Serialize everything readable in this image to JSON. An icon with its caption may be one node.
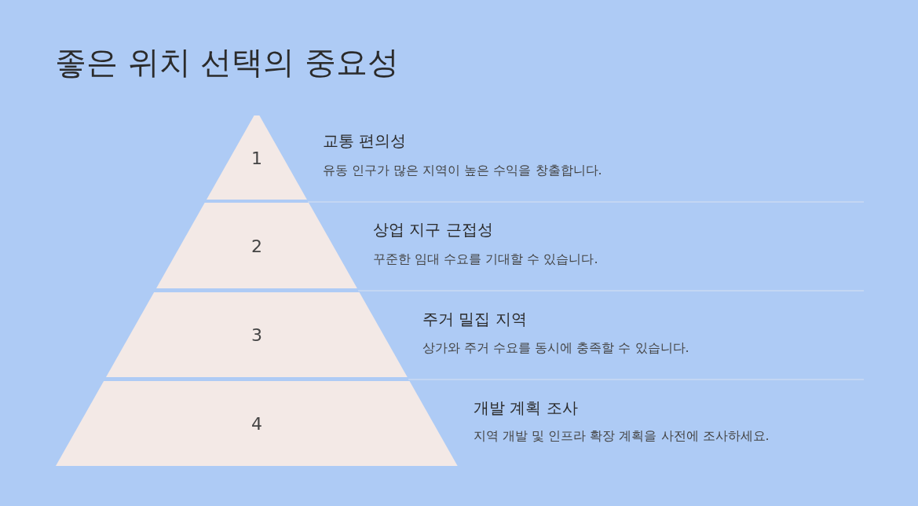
{
  "diagram": {
    "title": "좋은 위치 선택의 중요성",
    "nodes": [
      {
        "text": [
          "1"
        ],
        "beside": [
          "교통 편의성",
          "유동 인구가 많은 지역이 높은 수익을 창출합니다."
        ]
      },
      {
        "text": [
          "2"
        ],
        "beside": [
          "상업 지구 근접성",
          "꾸준한 임대 수요를 기대할 수 있습니다."
        ]
      },
      {
        "text": [
          "3"
        ],
        "beside": [
          "주거 밀집 지역",
          "상가와 주거 수요를 동시에 충족할 수 있습니다."
        ]
      },
      {
        "text": [
          "4"
        ],
        "beside": [
          "개발 계획 조사",
          "지역 개발 및 인프라 확장 계획을 사전에 조사하세요."
        ]
      }
    ],
    "edges": []
  }
}
